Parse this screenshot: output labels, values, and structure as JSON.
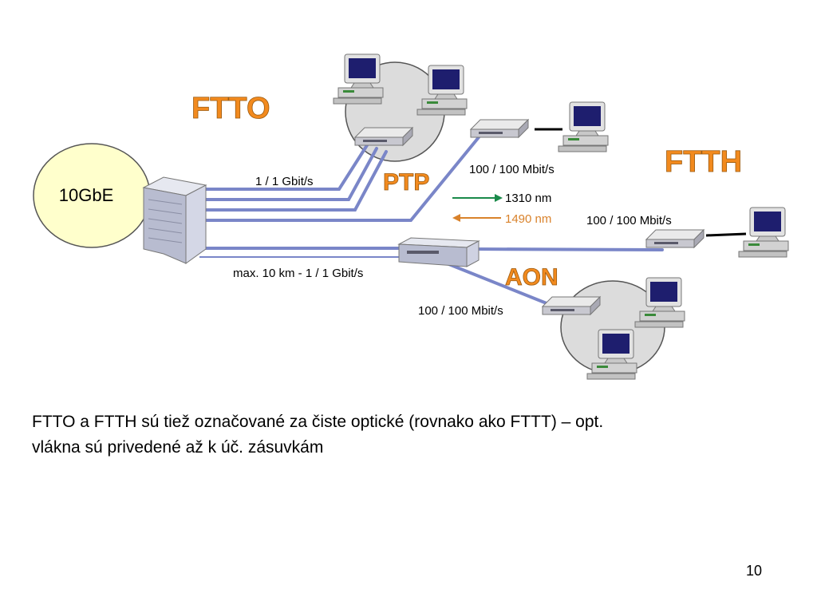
{
  "diagram": {
    "central_label": "10GbE",
    "ftto_title": "FTTO",
    "ftth_title": "FTTH",
    "ptp_title": "PTP",
    "aon_title": "AON",
    "labels": {
      "gbit_1_1": "1 / 1 Gbit/s",
      "mbit_ptp": "100 / 100 Mbit/s",
      "mbit_ftth": "100 / 100 Mbit/s",
      "mbit_aon": "100 / 100 Mbit/s",
      "max_10km": "max. 10 km - 1 / 1 Gbit/s"
    },
    "wavelengths": [
      {
        "label": "1310 nm",
        "direction": "right",
        "color": "#1a8a4a"
      },
      {
        "label": "1490 nm",
        "direction": "left",
        "color": "#d9822b"
      }
    ],
    "colors": {
      "title_orange": "#f28a1e",
      "fiber_blue": "#7a86c8",
      "ellipse_yellow": "#ffffcc",
      "cluster_gray": "#dcdcdc",
      "monitor_screen": "#1e1e6e"
    }
  },
  "caption": {
    "line1": "FTTO a FTTH  sú tiež označované za čiste optické (rovnako ako FTTT) – opt.",
    "line2": "vlákna sú privedené až k úč. zásuvkám"
  },
  "page_number": "10"
}
